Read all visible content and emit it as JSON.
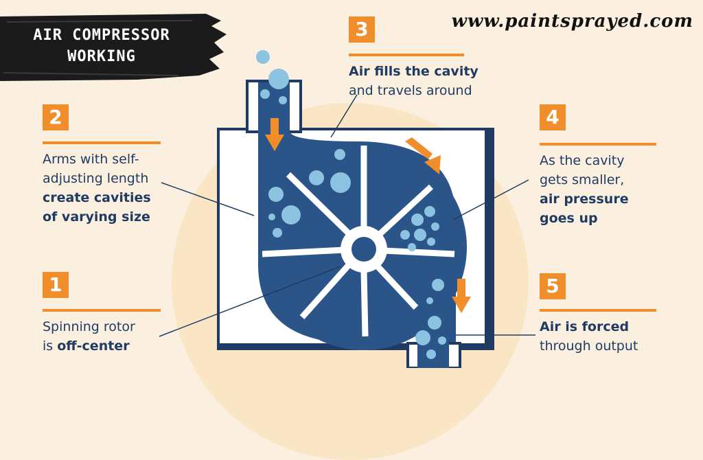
{
  "header": {
    "title_line1": "AIR COMPRESSOR",
    "title_line2": "WORKING",
    "website": "www.paintsprayed.com"
  },
  "steps": [
    {
      "number": "1",
      "text": "Spinning rotor",
      "text2_plain": "is ",
      "text2_bold": "off-center"
    },
    {
      "number": "2",
      "line1": "Arms with self-",
      "line2": "adjusting length",
      "line3_bold": "create cavities",
      "line4_bold": "of varying size"
    },
    {
      "number": "3",
      "line1_bold": "Air fills the cavity",
      "line2": "and travels around"
    },
    {
      "number": "4",
      "line1": "As the cavity",
      "line2": "gets smaller,",
      "line3_bold": "air pressure",
      "line4_bold": "goes up"
    },
    {
      "number": "5",
      "line1_bold": "Air is forced",
      "line2": "through output"
    }
  ],
  "colors": {
    "accent": "#ef8e2b",
    "navy": "#1f3b63",
    "chamber": "#2b5588",
    "bubble": "#8cc3e0",
    "background": "#fbf0e0"
  }
}
